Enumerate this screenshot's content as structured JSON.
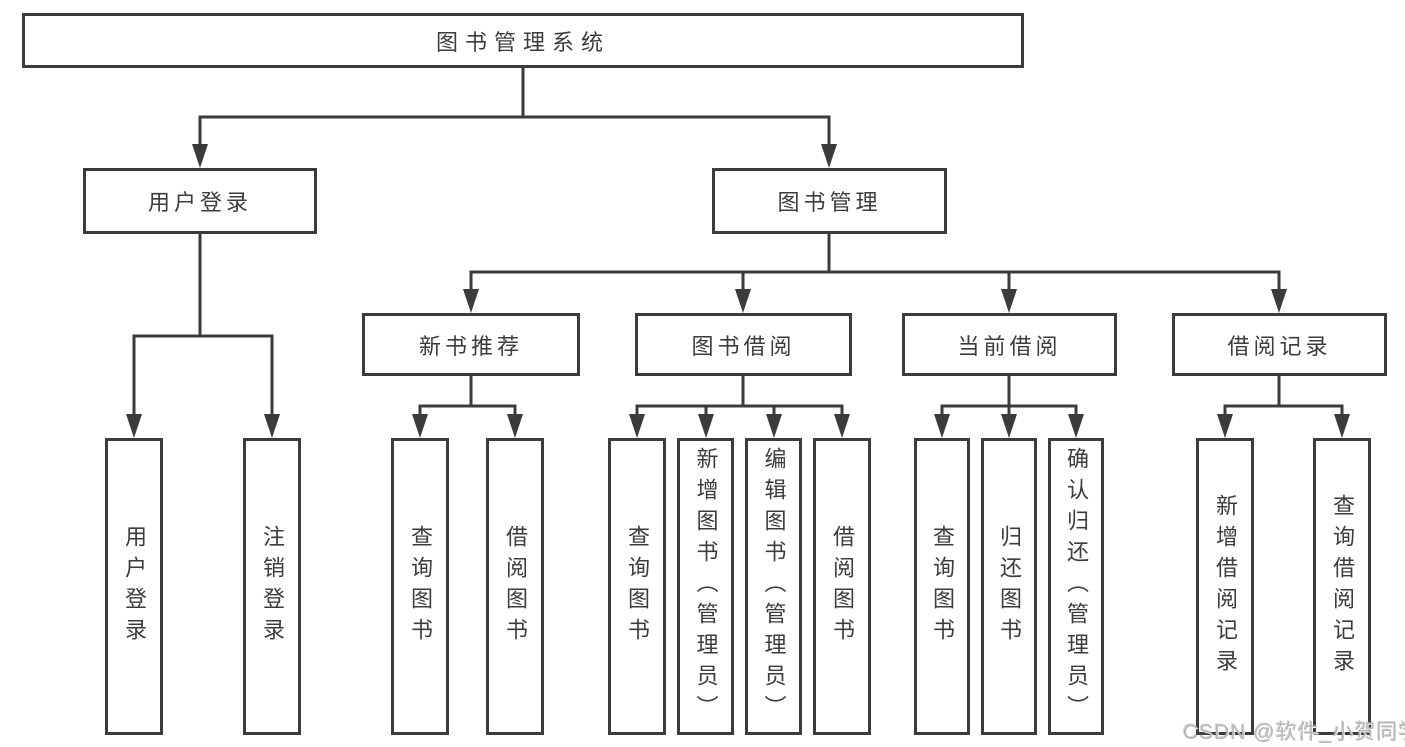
{
  "tree": {
    "root": "图书管理系统",
    "branches": [
      {
        "label": "用户登录",
        "children": [
          "用户登录",
          "注销登录"
        ]
      },
      {
        "label": "图书管理",
        "groups": [
          {
            "label": "新书推荐",
            "children": [
              "查询图书",
              "借阅图书"
            ]
          },
          {
            "label": "图书借阅",
            "children": [
              "查询图书",
              "新增图书（管理员）",
              "编辑图书（管理员）",
              "借阅图书"
            ]
          },
          {
            "label": "当前借阅",
            "children": [
              "查询图书",
              "归还图书",
              "确认归还（管理员）"
            ]
          },
          {
            "label": "借阅记录",
            "children": [
              "新增借阅记录",
              "查询借阅记录"
            ]
          }
        ]
      }
    ]
  },
  "watermark": {
    "text": "CSDN @软件_小贺同学"
  },
  "colors": {
    "line": "#3b3b3b",
    "text": "#3c3c3c",
    "watermark": "#b7b7b7",
    "background": "#ffffff"
  }
}
